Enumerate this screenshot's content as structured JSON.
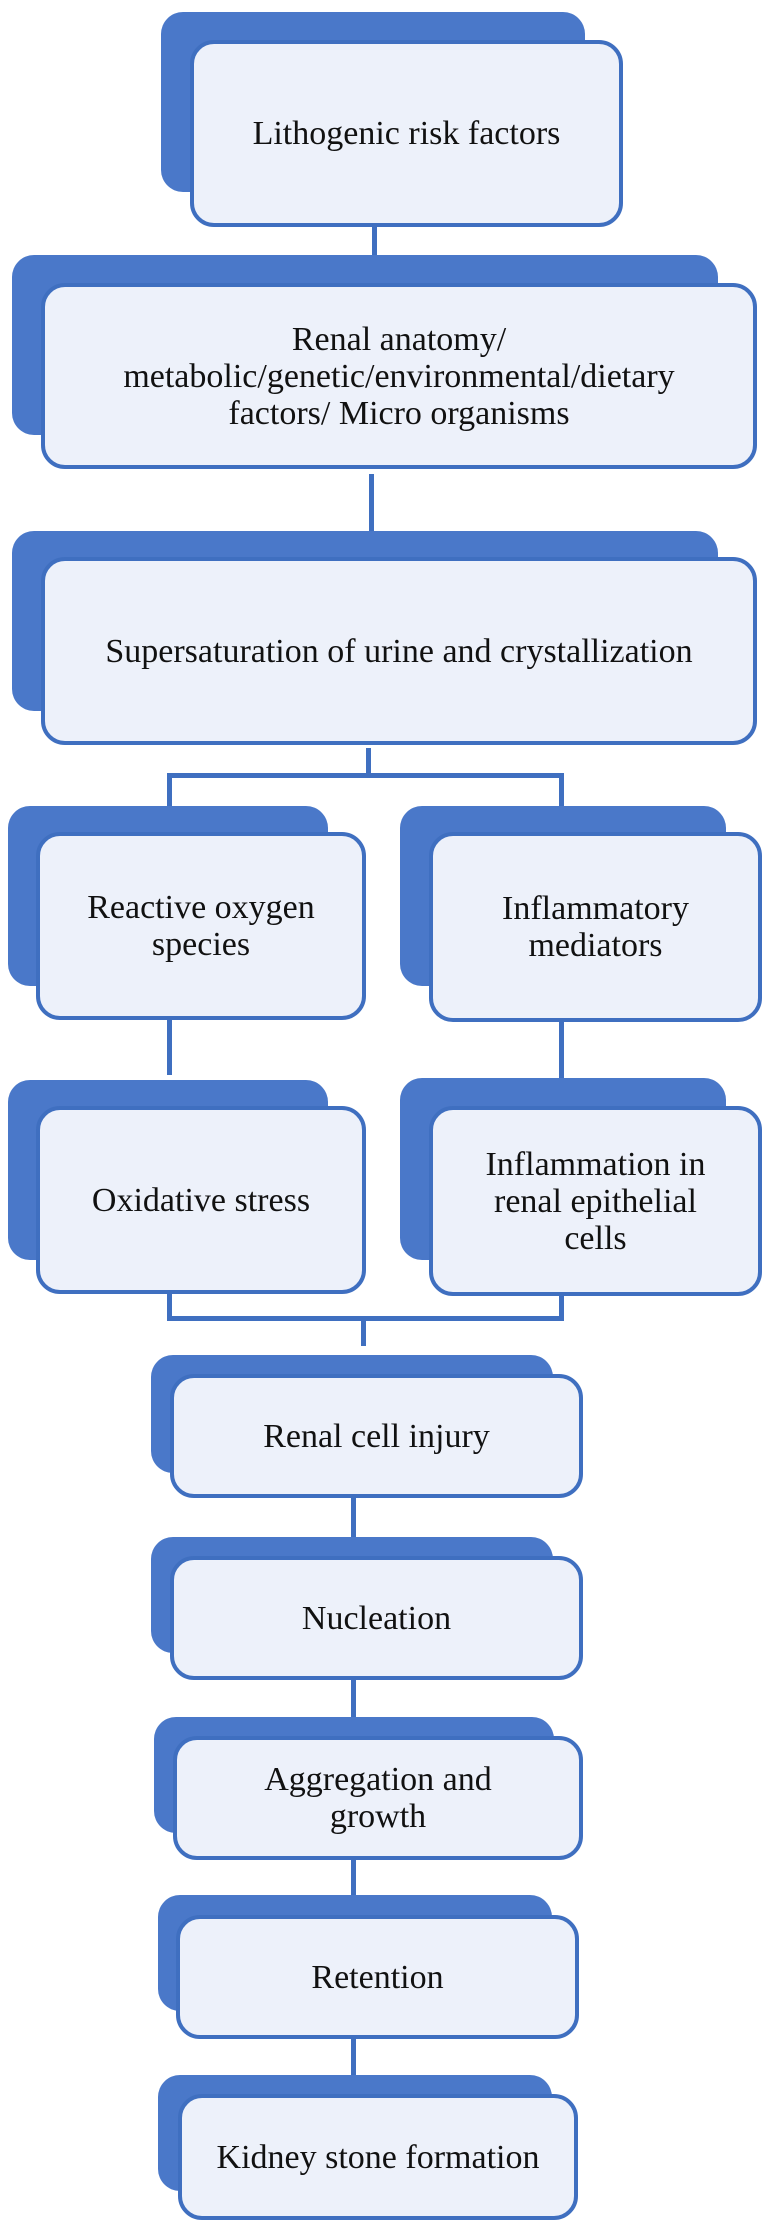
{
  "nodes": {
    "lithogenic": "Lithogenic risk factors",
    "renal_anatomy": "Renal anatomy/\nmetabolic/genetic/environmental/dietary\nfactors/ Micro organisms",
    "supersaturation": "Supersaturation of urine and crystallization",
    "ros": "Reactive oxygen\nspecies",
    "inflammatory": "Inflammatory\nmediators",
    "oxidative": "Oxidative stress",
    "inflammation": "Inflammation in\nrenal epithelial\ncells",
    "renal_cell": "Renal cell injury",
    "nucleation": "Nucleation",
    "aggregation": "Aggregation and\ngrowth",
    "retention": "Retention",
    "kidney_stone": "Kidney stone formation"
  },
  "colors": {
    "shadow": "#4a78c9",
    "border": "#3f6fc0",
    "fill": "#edf1fa"
  }
}
